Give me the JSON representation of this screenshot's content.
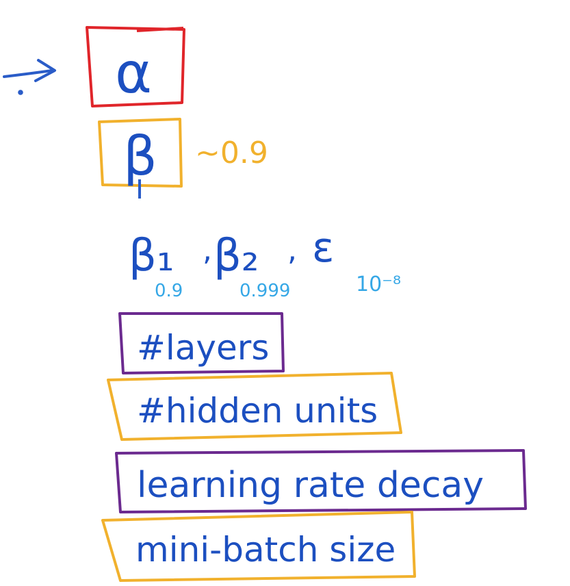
{
  "colors": {
    "red": "#e0252a",
    "orange": "#f1b12d",
    "purple": "#6b2a8f",
    "blue_ink": "#2a5cc8",
    "cyan_ink": "#35a7e6"
  },
  "hyperparameters": {
    "alpha": {
      "symbol": "α"
    },
    "beta": {
      "symbol": "β",
      "note": "~0.9"
    },
    "adam": {
      "beta1": "β₁",
      "beta2": "β₂",
      "epsilon": "ε",
      "beta1_value": "0.9",
      "beta2_value": "0.999",
      "epsilon_value": "10⁻⁸"
    },
    "layers": "#layers",
    "hidden_units": "#hidden units",
    "lr_decay": "learning rate decay",
    "mini_batch": "mini-batch size"
  }
}
